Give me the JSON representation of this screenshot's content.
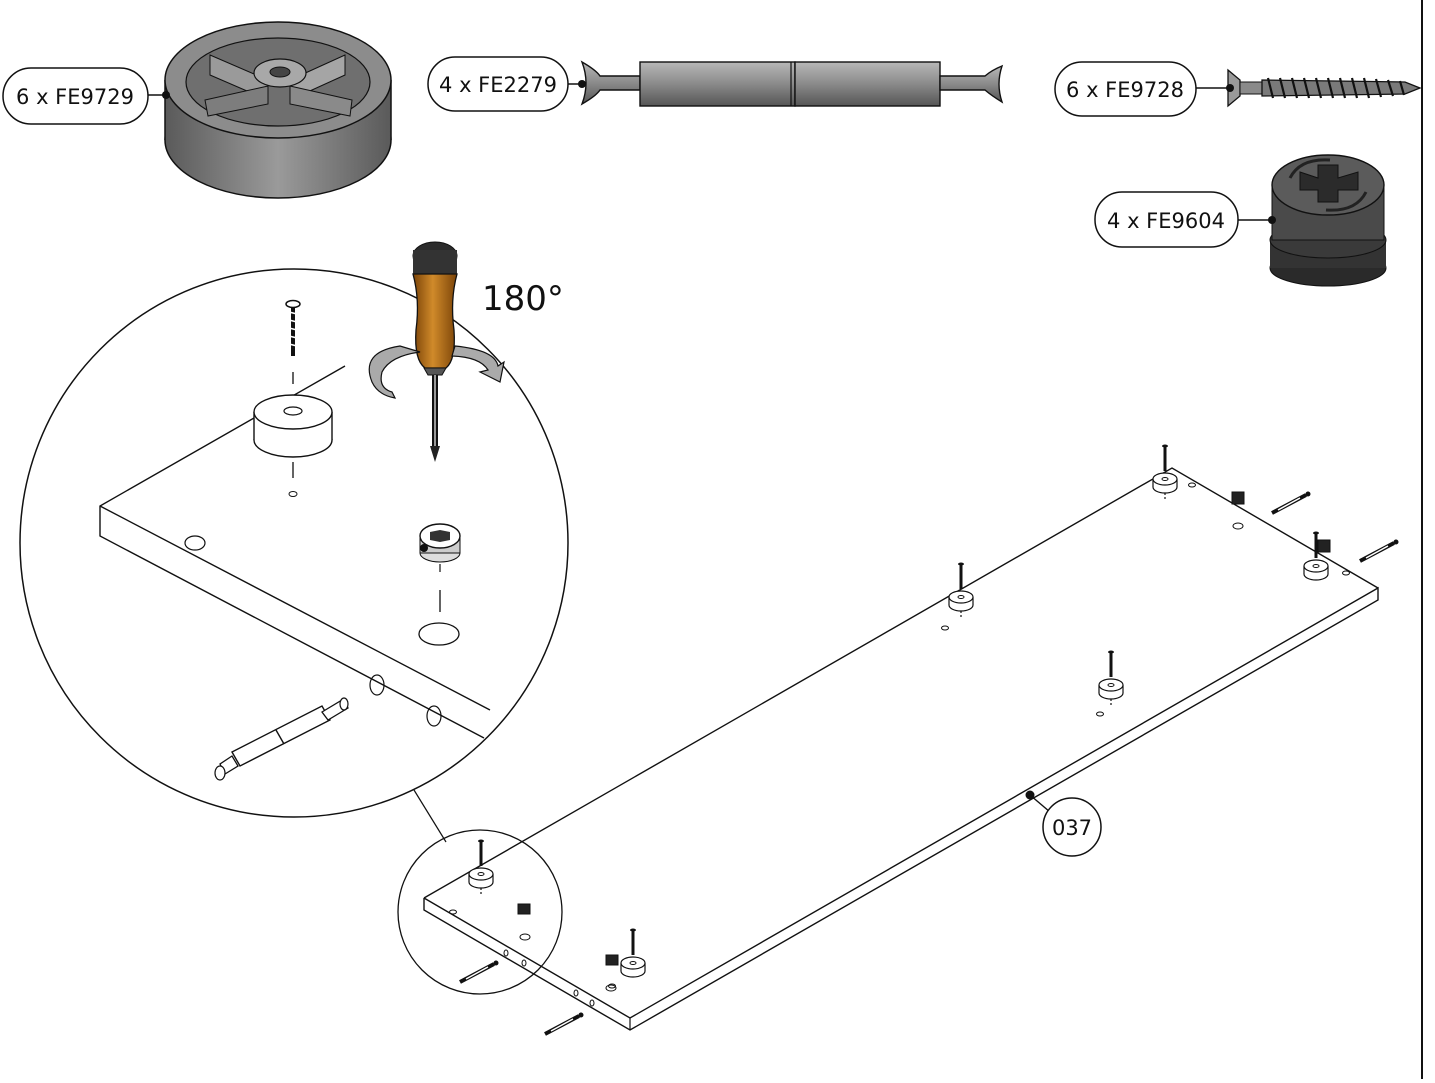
{
  "parts": {
    "leveler": {
      "label": "6 x FE9729",
      "icon": "leveler-foot-icon"
    },
    "dowel": {
      "label": "4 x FE2279",
      "icon": "connector-bolt-icon"
    },
    "screw": {
      "label": "6 x FE9728",
      "icon": "screw-icon"
    },
    "cam": {
      "label": "4 x FE9604",
      "icon": "cam-lock-icon"
    }
  },
  "detail": {
    "rotation_label": "180°"
  },
  "panel": {
    "label": "037"
  },
  "colors": {
    "line": "#111111",
    "metal": "#8a8a8a",
    "handle": "#b06a12",
    "handle_cap": "#2b2b2b"
  }
}
